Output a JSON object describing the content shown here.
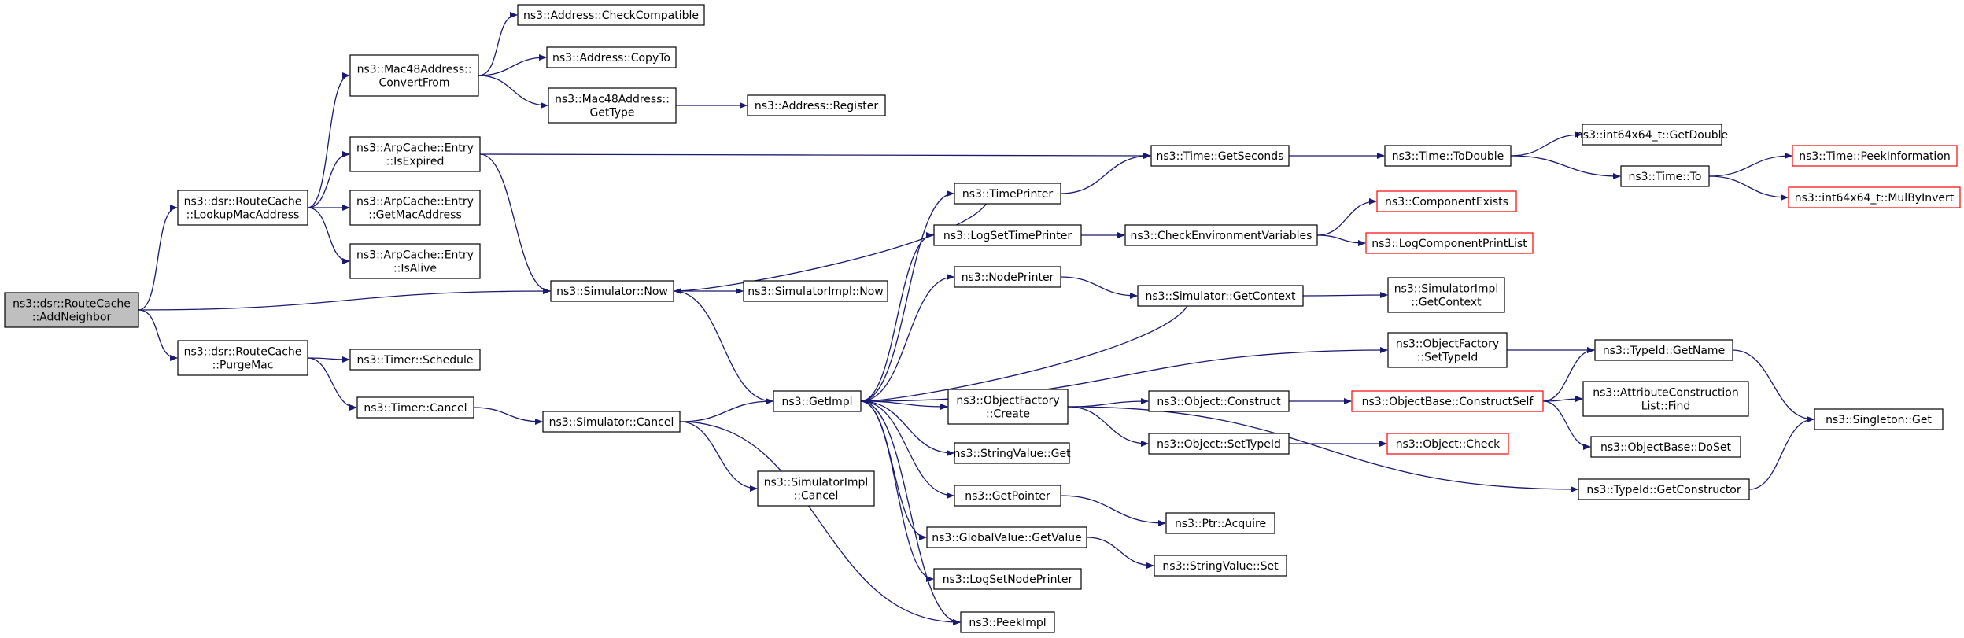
{
  "colors": {
    "edge": "#191970",
    "node_border": "#000000",
    "node_border_truncated": "#ff0000",
    "root_fill": "#bfbfbf",
    "node_fill": "#ffffff"
  },
  "nodes": [
    {
      "id": "n_addneighbor",
      "lines": [
        "ns3::dsr::RouteCache",
        "::AddNeighbor"
      ],
      "root": true
    },
    {
      "id": "n_lookupmac",
      "lines": [
        "ns3::dsr::RouteCache",
        "::LookupMacAddress"
      ]
    },
    {
      "id": "n_purgemac",
      "lines": [
        "ns3::dsr::RouteCache",
        "::PurgeMac"
      ]
    },
    {
      "id": "n_simnow",
      "lines": [
        "ns3::Simulator::Now"
      ]
    },
    {
      "id": "n_convertfrom",
      "lines": [
        "ns3::Mac48Address::",
        "ConvertFrom"
      ]
    },
    {
      "id": "n_isexpired",
      "lines": [
        "ns3::ArpCache::Entry",
        "::IsExpired"
      ]
    },
    {
      "id": "n_getmac",
      "lines": [
        "ns3::ArpCache::Entry",
        "::GetMacAddress"
      ]
    },
    {
      "id": "n_isalive",
      "lines": [
        "ns3::ArpCache::Entry",
        "::IsAlive"
      ]
    },
    {
      "id": "n_checkcompat",
      "lines": [
        "ns3::Address::CheckCompatible"
      ]
    },
    {
      "id": "n_copyto",
      "lines": [
        "ns3::Address::CopyTo"
      ]
    },
    {
      "id": "n_gettype",
      "lines": [
        "ns3::Mac48Address::",
        "GetType"
      ]
    },
    {
      "id": "n_register",
      "lines": [
        "ns3::Address::Register"
      ]
    },
    {
      "id": "n_getseconds",
      "lines": [
        "ns3::Time::GetSeconds"
      ]
    },
    {
      "id": "n_todouble",
      "lines": [
        "ns3::Time::ToDouble"
      ]
    },
    {
      "id": "n_getdouble",
      "lines": [
        "ns3::int64x64_t::GetDouble"
      ]
    },
    {
      "id": "n_timeto",
      "lines": [
        "ns3::Time::To"
      ]
    },
    {
      "id": "n_peekinfo",
      "lines": [
        "ns3::Time::PeekInformation"
      ],
      "truncated": true
    },
    {
      "id": "n_mulbyinvert",
      "lines": [
        "ns3::int64x64_t::MulByInvert"
      ],
      "truncated": true
    },
    {
      "id": "n_timeprinter",
      "lines": [
        "ns3::TimePrinter"
      ]
    },
    {
      "id": "n_logsettimeprinter",
      "lines": [
        "ns3::LogSetTimePrinter"
      ]
    },
    {
      "id": "n_checkenv",
      "lines": [
        "ns3::CheckEnvironmentVariables"
      ]
    },
    {
      "id": "n_compexists",
      "lines": [
        "ns3::ComponentExists"
      ],
      "truncated": true
    },
    {
      "id": "n_logcomplist",
      "lines": [
        "ns3::LogComponentPrintList"
      ],
      "truncated": true
    },
    {
      "id": "n_simimplnow",
      "lines": [
        "ns3::SimulatorImpl::Now"
      ]
    },
    {
      "id": "n_nodeprinter",
      "lines": [
        "ns3::NodePrinter"
      ]
    },
    {
      "id": "n_simgetcontext",
      "lines": [
        "ns3::Simulator::GetContext"
      ]
    },
    {
      "id": "n_simimplgetcontext",
      "lines": [
        "ns3::SimulatorImpl",
        "::GetContext"
      ]
    },
    {
      "id": "n_timerschedule",
      "lines": [
        "ns3::Timer::Schedule"
      ]
    },
    {
      "id": "n_timercancel",
      "lines": [
        "ns3::Timer::Cancel"
      ]
    },
    {
      "id": "n_simcancel",
      "lines": [
        "ns3::Simulator::Cancel"
      ]
    },
    {
      "id": "n_simimplcancel",
      "lines": [
        "ns3::SimulatorImpl",
        "::Cancel"
      ]
    },
    {
      "id": "n_getimpl",
      "lines": [
        "ns3::GetImpl"
      ]
    },
    {
      "id": "n_ofsettypeid",
      "lines": [
        "ns3::ObjectFactory",
        "::SetTypeId"
      ]
    },
    {
      "id": "n_typeidgetname",
      "lines": [
        "ns3::TypeId::GetName"
      ]
    },
    {
      "id": "n_singletonget",
      "lines": [
        "ns3::Singleton::Get"
      ]
    },
    {
      "id": "n_ofcreate",
      "lines": [
        "ns3::ObjectFactory",
        "::Create"
      ]
    },
    {
      "id": "n_objconstruct",
      "lines": [
        "ns3::Object::Construct"
      ]
    },
    {
      "id": "n_objbaseconstructself",
      "lines": [
        "ns3::ObjectBase::ConstructSelf"
      ],
      "truncated": true
    },
    {
      "id": "n_attrlistfind",
      "lines": [
        "ns3::AttributeConstruction",
        "List::Find"
      ]
    },
    {
      "id": "n_objbasedoset",
      "lines": [
        "ns3::ObjectBase::DoSet"
      ]
    },
    {
      "id": "n_objsettypeid",
      "lines": [
        "ns3::Object::SetTypeId"
      ]
    },
    {
      "id": "n_objcheck",
      "lines": [
        "ns3::Object::Check"
      ],
      "truncated": true
    },
    {
      "id": "n_stringvalueget",
      "lines": [
        "ns3::StringValue::Get"
      ]
    },
    {
      "id": "n_typeidgetctor",
      "lines": [
        "ns3::TypeId::GetConstructor"
      ]
    },
    {
      "id": "n_getpointer",
      "lines": [
        "ns3::GetPointer"
      ]
    },
    {
      "id": "n_ptracquire",
      "lines": [
        "ns3::Ptr::Acquire"
      ]
    },
    {
      "id": "n_globalvalueget",
      "lines": [
        "ns3::GlobalValue::GetValue"
      ]
    },
    {
      "id": "n_stringvalueset",
      "lines": [
        "ns3::StringValue::Set"
      ]
    },
    {
      "id": "n_logsetnodeprinter",
      "lines": [
        "ns3::LogSetNodePrinter"
      ]
    },
    {
      "id": "n_peekimpl",
      "lines": [
        "ns3::PeekImpl"
      ]
    }
  ],
  "edges": [
    {
      "from": "n_addneighbor",
      "to": "n_lookupmac"
    },
    {
      "from": "n_addneighbor",
      "to": "n_simnow"
    },
    {
      "from": "n_addneighbor",
      "to": "n_purgemac"
    },
    {
      "from": "n_lookupmac",
      "to": "n_convertfrom"
    },
    {
      "from": "n_lookupmac",
      "to": "n_isexpired"
    },
    {
      "from": "n_lookupmac",
      "to": "n_getmac"
    },
    {
      "from": "n_lookupmac",
      "to": "n_isalive"
    },
    {
      "from": "n_convertfrom",
      "to": "n_checkcompat"
    },
    {
      "from": "n_convertfrom",
      "to": "n_copyto"
    },
    {
      "from": "n_convertfrom",
      "to": "n_gettype"
    },
    {
      "from": "n_gettype",
      "to": "n_register"
    },
    {
      "from": "n_isexpired",
      "to": "n_getseconds"
    },
    {
      "from": "n_isexpired",
      "to": "n_simnow"
    },
    {
      "from": "n_getseconds",
      "to": "n_todouble"
    },
    {
      "from": "n_todouble",
      "to": "n_getdouble"
    },
    {
      "from": "n_todouble",
      "to": "n_timeto"
    },
    {
      "from": "n_timeto",
      "to": "n_peekinfo"
    },
    {
      "from": "n_timeto",
      "to": "n_mulbyinvert"
    },
    {
      "from": "n_timeprinter",
      "to": "n_getseconds"
    },
    {
      "from": "n_timeprinter",
      "to": "n_simnow"
    },
    {
      "from": "n_simnow",
      "to": "n_simimplnow"
    },
    {
      "from": "n_simnow",
      "to": "n_getimpl"
    },
    {
      "from": "n_purgemac",
      "to": "n_timerschedule"
    },
    {
      "from": "n_purgemac",
      "to": "n_timercancel"
    },
    {
      "from": "n_timercancel",
      "to": "n_simcancel"
    },
    {
      "from": "n_simcancel",
      "to": "n_getimpl"
    },
    {
      "from": "n_simcancel",
      "to": "n_simimplcancel"
    },
    {
      "from": "n_simcancel",
      "to": "n_peekimpl"
    },
    {
      "from": "n_logsettimeprinter",
      "to": "n_checkenv"
    },
    {
      "from": "n_checkenv",
      "to": "n_compexists"
    },
    {
      "from": "n_checkenv",
      "to": "n_logcomplist"
    },
    {
      "from": "n_nodeprinter",
      "to": "n_simgetcontext"
    },
    {
      "from": "n_simgetcontext",
      "to": "n_simimplgetcontext"
    },
    {
      "from": "n_simgetcontext",
      "to": "n_getimpl"
    },
    {
      "from": "n_getimpl",
      "to": "n_timeprinter"
    },
    {
      "from": "n_getimpl",
      "to": "n_logsettimeprinter"
    },
    {
      "from": "n_getimpl",
      "to": "n_nodeprinter"
    },
    {
      "from": "n_getimpl",
      "to": "n_ofsettypeid"
    },
    {
      "from": "n_getimpl",
      "to": "n_ofcreate"
    },
    {
      "from": "n_getimpl",
      "to": "n_stringvalueget"
    },
    {
      "from": "n_getimpl",
      "to": "n_getpointer"
    },
    {
      "from": "n_getimpl",
      "to": "n_globalvalueget"
    },
    {
      "from": "n_getimpl",
      "to": "n_logsetnodeprinter"
    },
    {
      "from": "n_getimpl",
      "to": "n_peekimpl"
    },
    {
      "from": "n_ofsettypeid",
      "to": "n_typeidgetname"
    },
    {
      "from": "n_typeidgetname",
      "to": "n_singletonget"
    },
    {
      "from": "n_ofcreate",
      "to": "n_objconstruct"
    },
    {
      "from": "n_ofcreate",
      "to": "n_objsettypeid"
    },
    {
      "from": "n_ofcreate",
      "to": "n_typeidgetctor"
    },
    {
      "from": "n_objconstruct",
      "to": "n_objbaseconstructself"
    },
    {
      "from": "n_objbaseconstructself",
      "to": "n_typeidgetname"
    },
    {
      "from": "n_objbaseconstructself",
      "to": "n_attrlistfind"
    },
    {
      "from": "n_objbaseconstructself",
      "to": "n_objbasedoset"
    },
    {
      "from": "n_objsettypeid",
      "to": "n_objcheck"
    },
    {
      "from": "n_typeidgetctor",
      "to": "n_singletonget"
    },
    {
      "from": "n_getpointer",
      "to": "n_ptracquire"
    },
    {
      "from": "n_globalvalueget",
      "to": "n_stringvalueset"
    }
  ]
}
